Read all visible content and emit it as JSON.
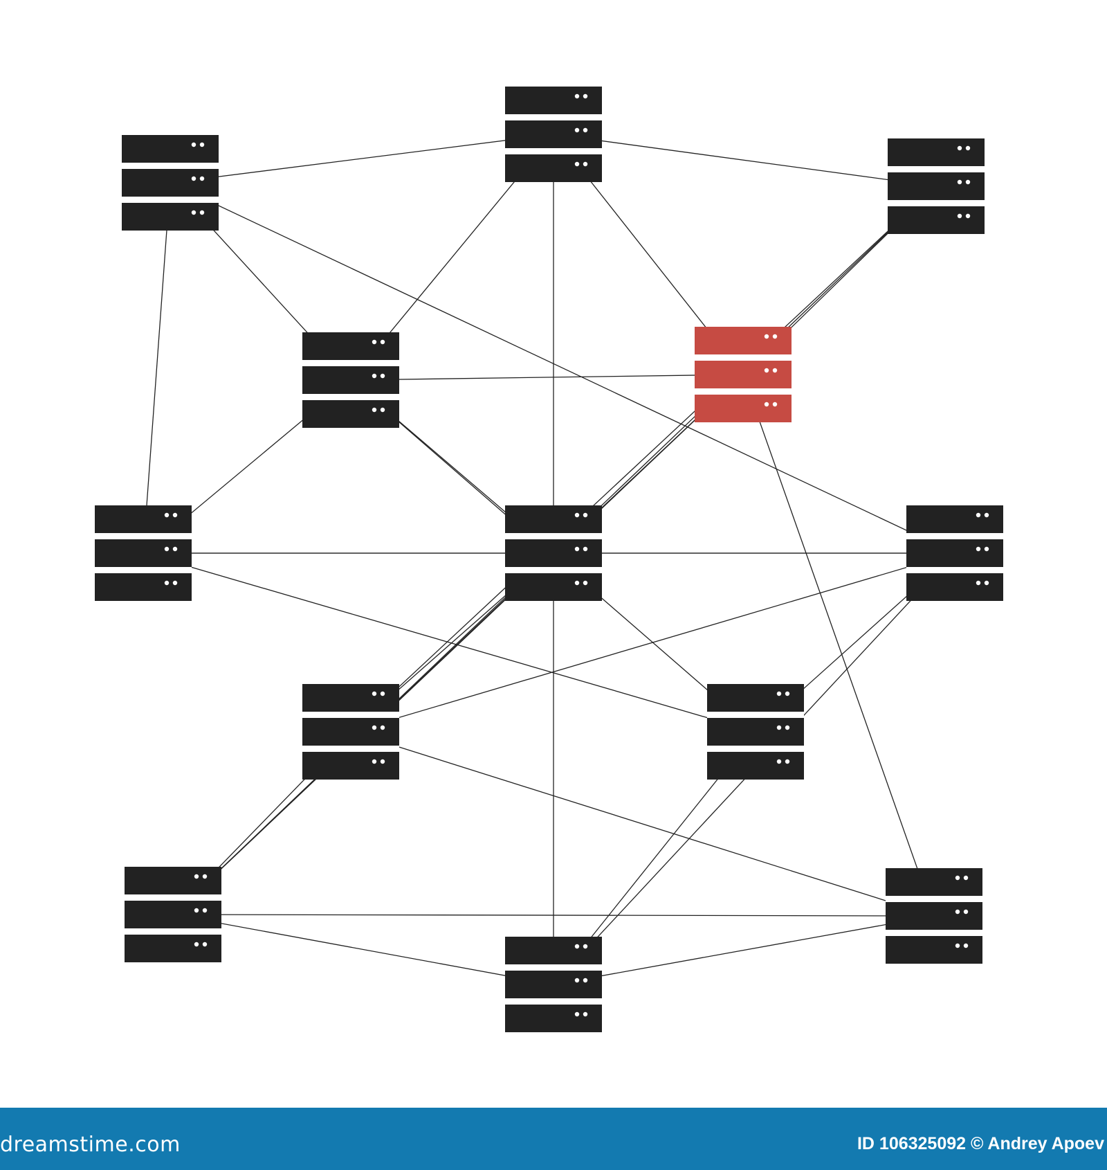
{
  "diagram": {
    "nodes": [
      {
        "id": "n1",
        "color": "#222222"
      },
      {
        "id": "n2",
        "color": "#222222"
      },
      {
        "id": "n3",
        "color": "#222222"
      },
      {
        "id": "n4",
        "color": "#222222"
      },
      {
        "id": "n5",
        "color": "#c64b43",
        "highlight": true
      },
      {
        "id": "n6",
        "color": "#222222"
      },
      {
        "id": "n7",
        "color": "#222222"
      },
      {
        "id": "n8",
        "color": "#222222"
      },
      {
        "id": "n9",
        "color": "#222222"
      },
      {
        "id": "n10",
        "color": "#222222"
      },
      {
        "id": "n11",
        "color": "#222222"
      },
      {
        "id": "n12",
        "color": "#222222"
      },
      {
        "id": "n13",
        "color": "#222222"
      }
    ],
    "edges": [
      [
        "n1",
        "n2"
      ],
      [
        "n2",
        "n3"
      ],
      [
        "n1",
        "n6"
      ],
      [
        "n1",
        "n4"
      ],
      [
        "n1",
        "n9"
      ],
      [
        "n2",
        "n4"
      ],
      [
        "n2",
        "n8"
      ],
      [
        "n2",
        "n5"
      ],
      [
        "n3",
        "n5"
      ],
      [
        "n3",
        "n12"
      ],
      [
        "n3",
        "n10"
      ],
      [
        "n4",
        "n5"
      ],
      [
        "n4",
        "n6"
      ],
      [
        "n4",
        "n8"
      ],
      [
        "n4",
        "n11"
      ],
      [
        "n5",
        "n8"
      ],
      [
        "n5",
        "n12"
      ],
      [
        "n5",
        "n13"
      ],
      [
        "n6",
        "n8"
      ],
      [
        "n6",
        "n9"
      ],
      [
        "n6",
        "n11"
      ],
      [
        "n8",
        "n10"
      ],
      [
        "n8",
        "n9"
      ],
      [
        "n8",
        "n12"
      ],
      [
        "n8",
        "n14"
      ],
      [
        "n10",
        "n12"
      ],
      [
        "n10",
        "n13"
      ],
      [
        "n9",
        "n10"
      ],
      [
        "n9",
        "n11"
      ],
      [
        "n9",
        "n14"
      ],
      [
        "n12",
        "n14"
      ],
      [
        "n12",
        "n13"
      ],
      [
        "n11",
        "n14"
      ],
      [
        "n14",
        "n13"
      ]
    ]
  },
  "footer": {
    "logo": "dreamstime.com",
    "credit": "ID 106325092 © Andrey Apoev",
    "background": "#137ab0"
  }
}
